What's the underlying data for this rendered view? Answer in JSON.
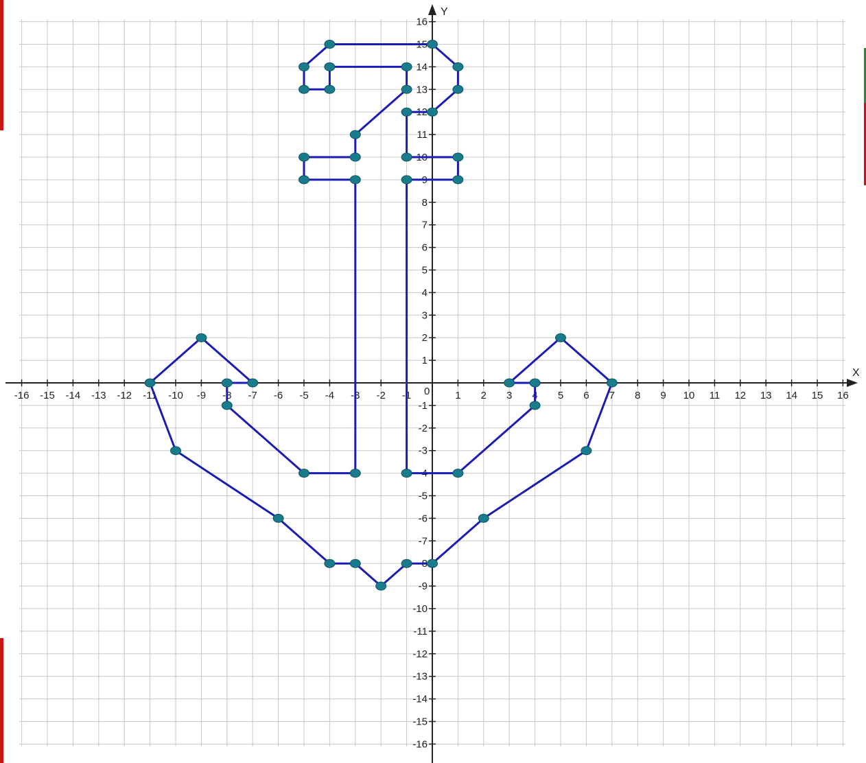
{
  "chart_data": {
    "type": "line",
    "x_axis_label": "X",
    "y_axis_label": "Y",
    "xlim": [
      -16,
      16
    ],
    "ylim": [
      -16,
      16
    ],
    "grid": true,
    "x_ticks": [
      -16,
      -15,
      -14,
      -13,
      -12,
      -11,
      -10,
      -9,
      -8,
      -7,
      -6,
      -5,
      -4,
      -3,
      -2,
      -1,
      0,
      1,
      2,
      3,
      4,
      5,
      6,
      7,
      8,
      9,
      10,
      11,
      12,
      13,
      14,
      15,
      16
    ],
    "y_ticks": [
      -16,
      -15,
      -14,
      -13,
      -12,
      -11,
      -10,
      -9,
      -8,
      -7,
      -6,
      -5,
      -4,
      -3,
      -2,
      -1,
      1,
      2,
      3,
      4,
      5,
      6,
      7,
      8,
      9,
      10,
      11,
      12,
      13,
      14,
      15,
      16
    ],
    "origin_label": "0",
    "colors": {
      "line": "#1b1bb5",
      "point": "#1a7b8c",
      "grid": "#c8c8c8",
      "axis": "#222222"
    },
    "series": [
      {
        "points": [
          [
            -11,
            0
          ],
          [
            -9,
            2
          ],
          [
            -7,
            0
          ],
          [
            -8,
            0
          ],
          [
            -8,
            -1
          ],
          [
            -5,
            -4
          ],
          [
            -3,
            -4
          ],
          [
            -3,
            9
          ],
          [
            -5,
            9
          ],
          [
            -5,
            10
          ],
          [
            -3,
            10
          ],
          [
            -3,
            11
          ],
          [
            -1,
            13
          ],
          [
            -1,
            14
          ],
          [
            -4,
            14
          ],
          [
            -4,
            13
          ],
          [
            -5,
            13
          ],
          [
            -5,
            14
          ],
          [
            -4,
            15
          ],
          [
            0,
            15
          ],
          [
            1,
            14
          ],
          [
            1,
            13
          ],
          [
            0,
            12
          ],
          [
            -1,
            12
          ],
          [
            -1,
            10
          ],
          [
            1,
            10
          ],
          [
            1,
            9
          ],
          [
            -1,
            9
          ],
          [
            -1,
            -4
          ],
          [
            1,
            -4
          ],
          [
            4,
            -1
          ],
          [
            4,
            0
          ],
          [
            3,
            0
          ],
          [
            5,
            2
          ],
          [
            7,
            0
          ],
          [
            6,
            -3
          ],
          [
            2,
            -6
          ],
          [
            0,
            -8
          ],
          [
            -1,
            -8
          ],
          [
            -2,
            -9
          ],
          [
            -3,
            -8
          ],
          [
            -4,
            -8
          ],
          [
            -6,
            -6
          ],
          [
            -10,
            -3
          ],
          [
            -11,
            0
          ]
        ]
      }
    ]
  }
}
